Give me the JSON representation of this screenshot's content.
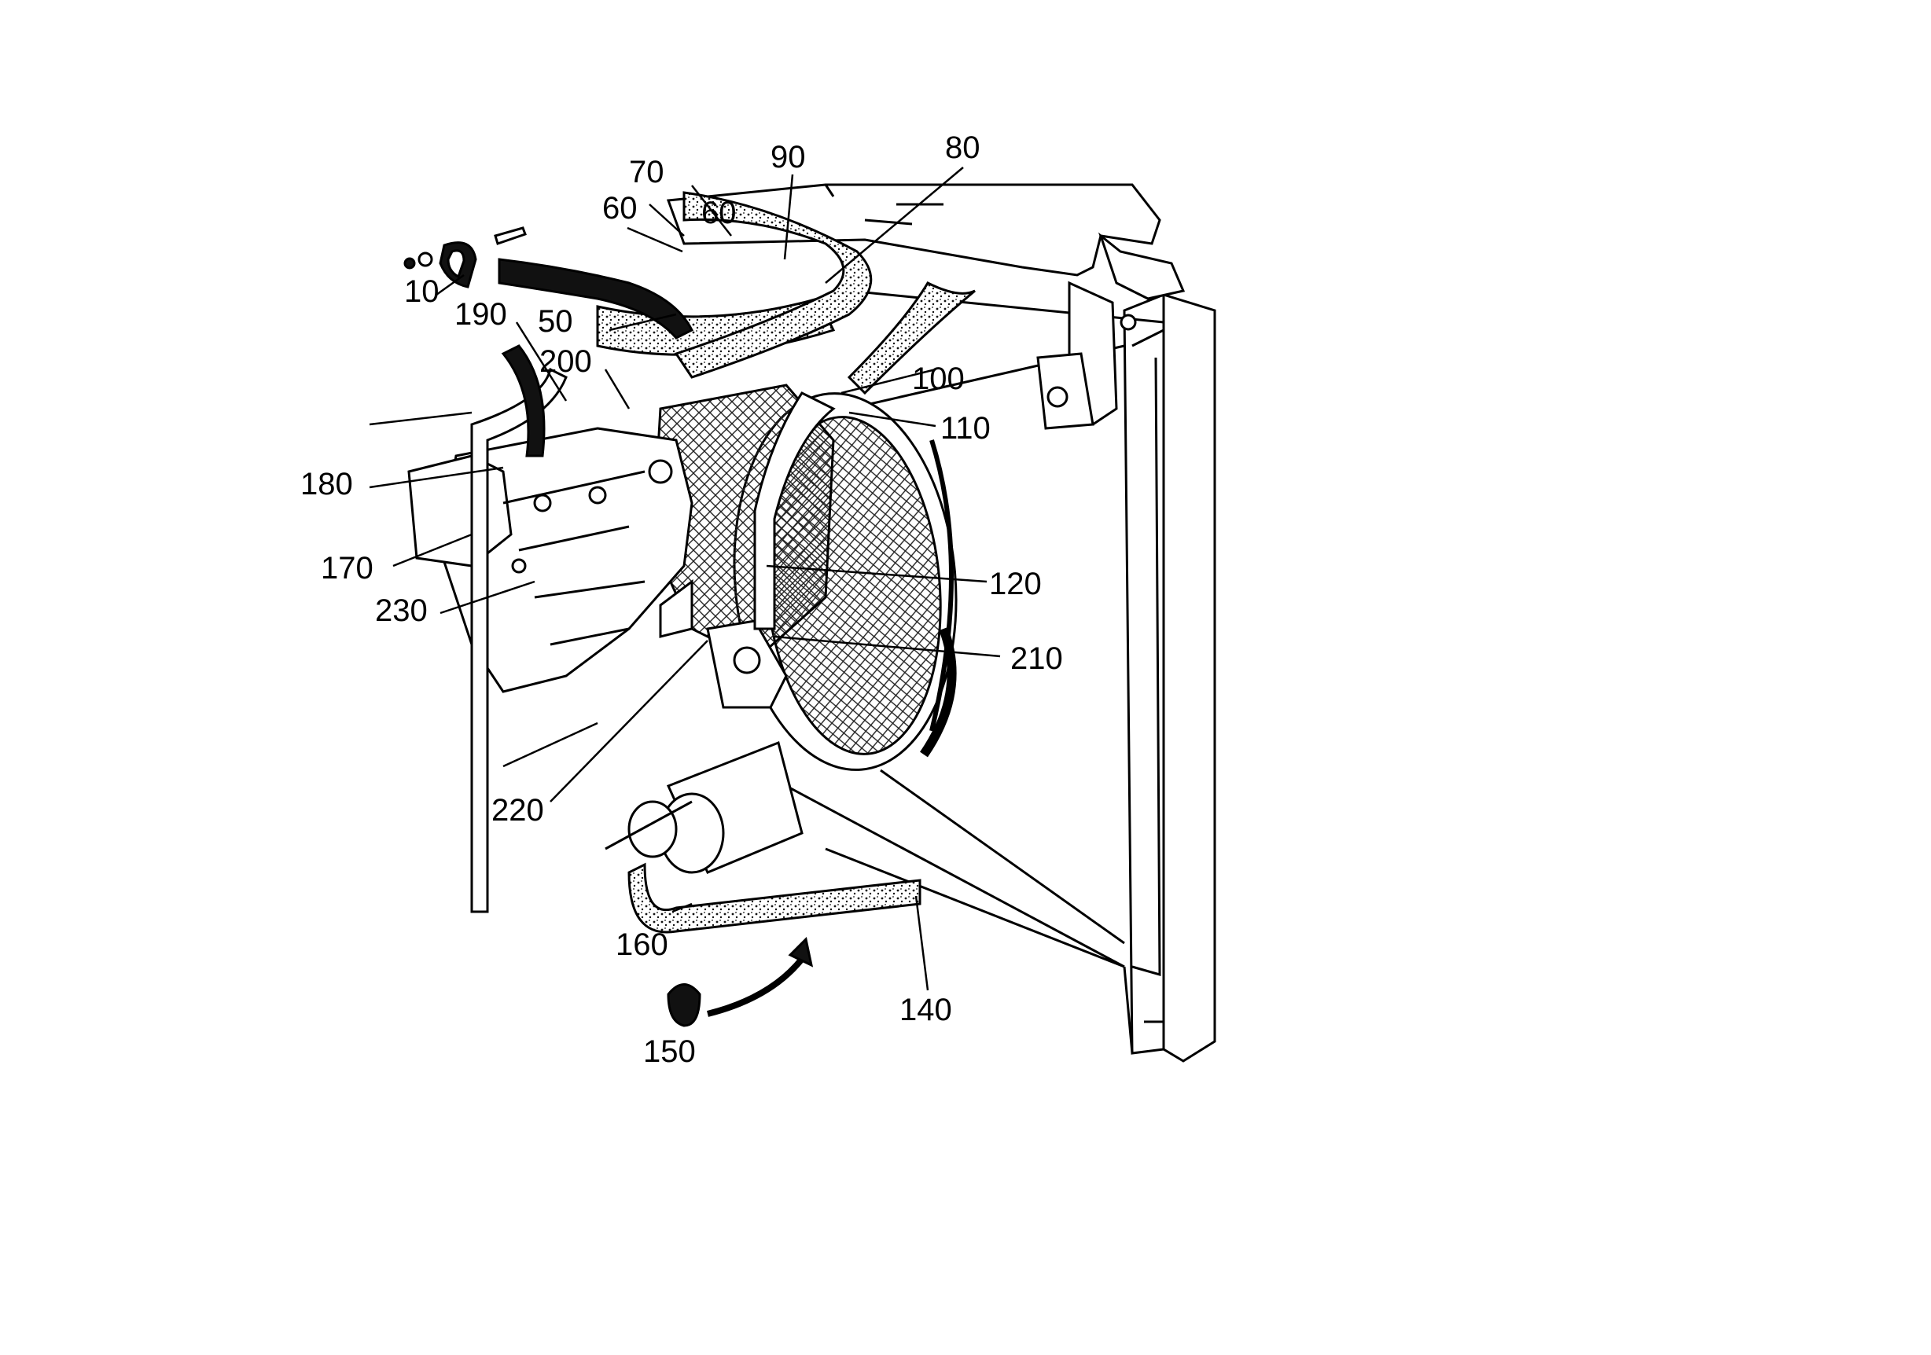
{
  "figure": {
    "type": "exploded parts diagram",
    "subject": "radiator, fan shroud and coolant hoses",
    "colors": {
      "ink": "#000000",
      "paper": "#ffffff",
      "hatch": "#222222"
    }
  },
  "callouts": [
    {
      "id": "c10",
      "text": "10"
    },
    {
      "id": "c50",
      "text": "50"
    },
    {
      "id": "c60a",
      "text": "60"
    },
    {
      "id": "c60b",
      "text": "60"
    },
    {
      "id": "c70",
      "text": "70"
    },
    {
      "id": "c80",
      "text": "80"
    },
    {
      "id": "c90",
      "text": "90"
    },
    {
      "id": "c100",
      "text": "100"
    },
    {
      "id": "c110",
      "text": "110"
    },
    {
      "id": "c120",
      "text": "120"
    },
    {
      "id": "c140",
      "text": "140"
    },
    {
      "id": "c150",
      "text": "150"
    },
    {
      "id": "c160",
      "text": "160"
    },
    {
      "id": "c170",
      "text": "170"
    },
    {
      "id": "c180",
      "text": "180"
    },
    {
      "id": "c190",
      "text": "190"
    },
    {
      "id": "c200",
      "text": "200"
    },
    {
      "id": "c210",
      "text": "210"
    },
    {
      "id": "c220",
      "text": "220"
    },
    {
      "id": "c230",
      "text": "230"
    }
  ]
}
